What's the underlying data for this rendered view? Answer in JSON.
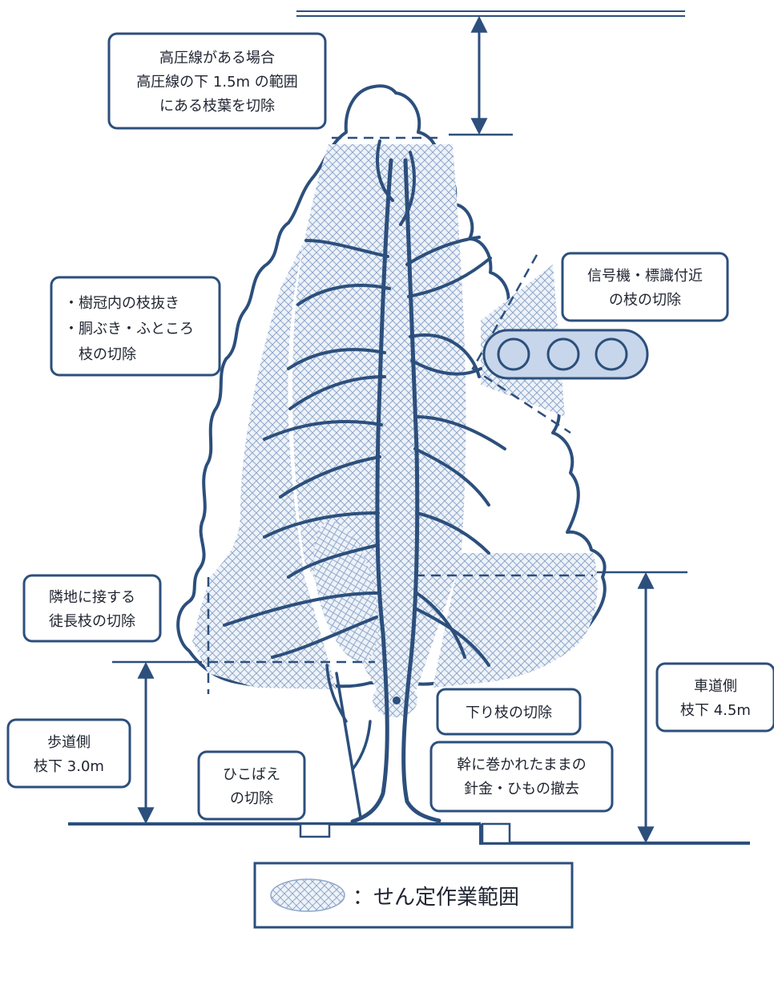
{
  "colors": {
    "line": "#2c4f7c",
    "hatch": "#8fa9cc",
    "hatch_bg": "#eef2f8",
    "signal_fill": "#c7d6ea",
    "text": "#1f2430"
  },
  "labels": {
    "power_line": [
      "高圧線がある場合",
      "高圧線の下 1.5m の範囲",
      "にある枝葉を切除"
    ],
    "crown_thinning": [
      "・樹冠内の枝抜き",
      "・胴ぶき・ふところ",
      "　枝の切除"
    ],
    "signal": [
      "信号機・標識付近",
      "の枝の切除"
    ],
    "neighbor": [
      "隣地に接する",
      "徒長枝の切除"
    ],
    "sidewalk": [
      "歩道側",
      "枝下 3.0m"
    ],
    "drooping": [
      "下り枝の切除"
    ],
    "roadway": [
      "車道側",
      "枝下 4.5m"
    ],
    "wire": [
      "幹に巻かれたままの",
      "針金・ひもの撤去"
    ],
    "sucker": [
      "ひこばえ",
      "の切除"
    ]
  },
  "legend": {
    "label": "：せん定作業範囲"
  }
}
